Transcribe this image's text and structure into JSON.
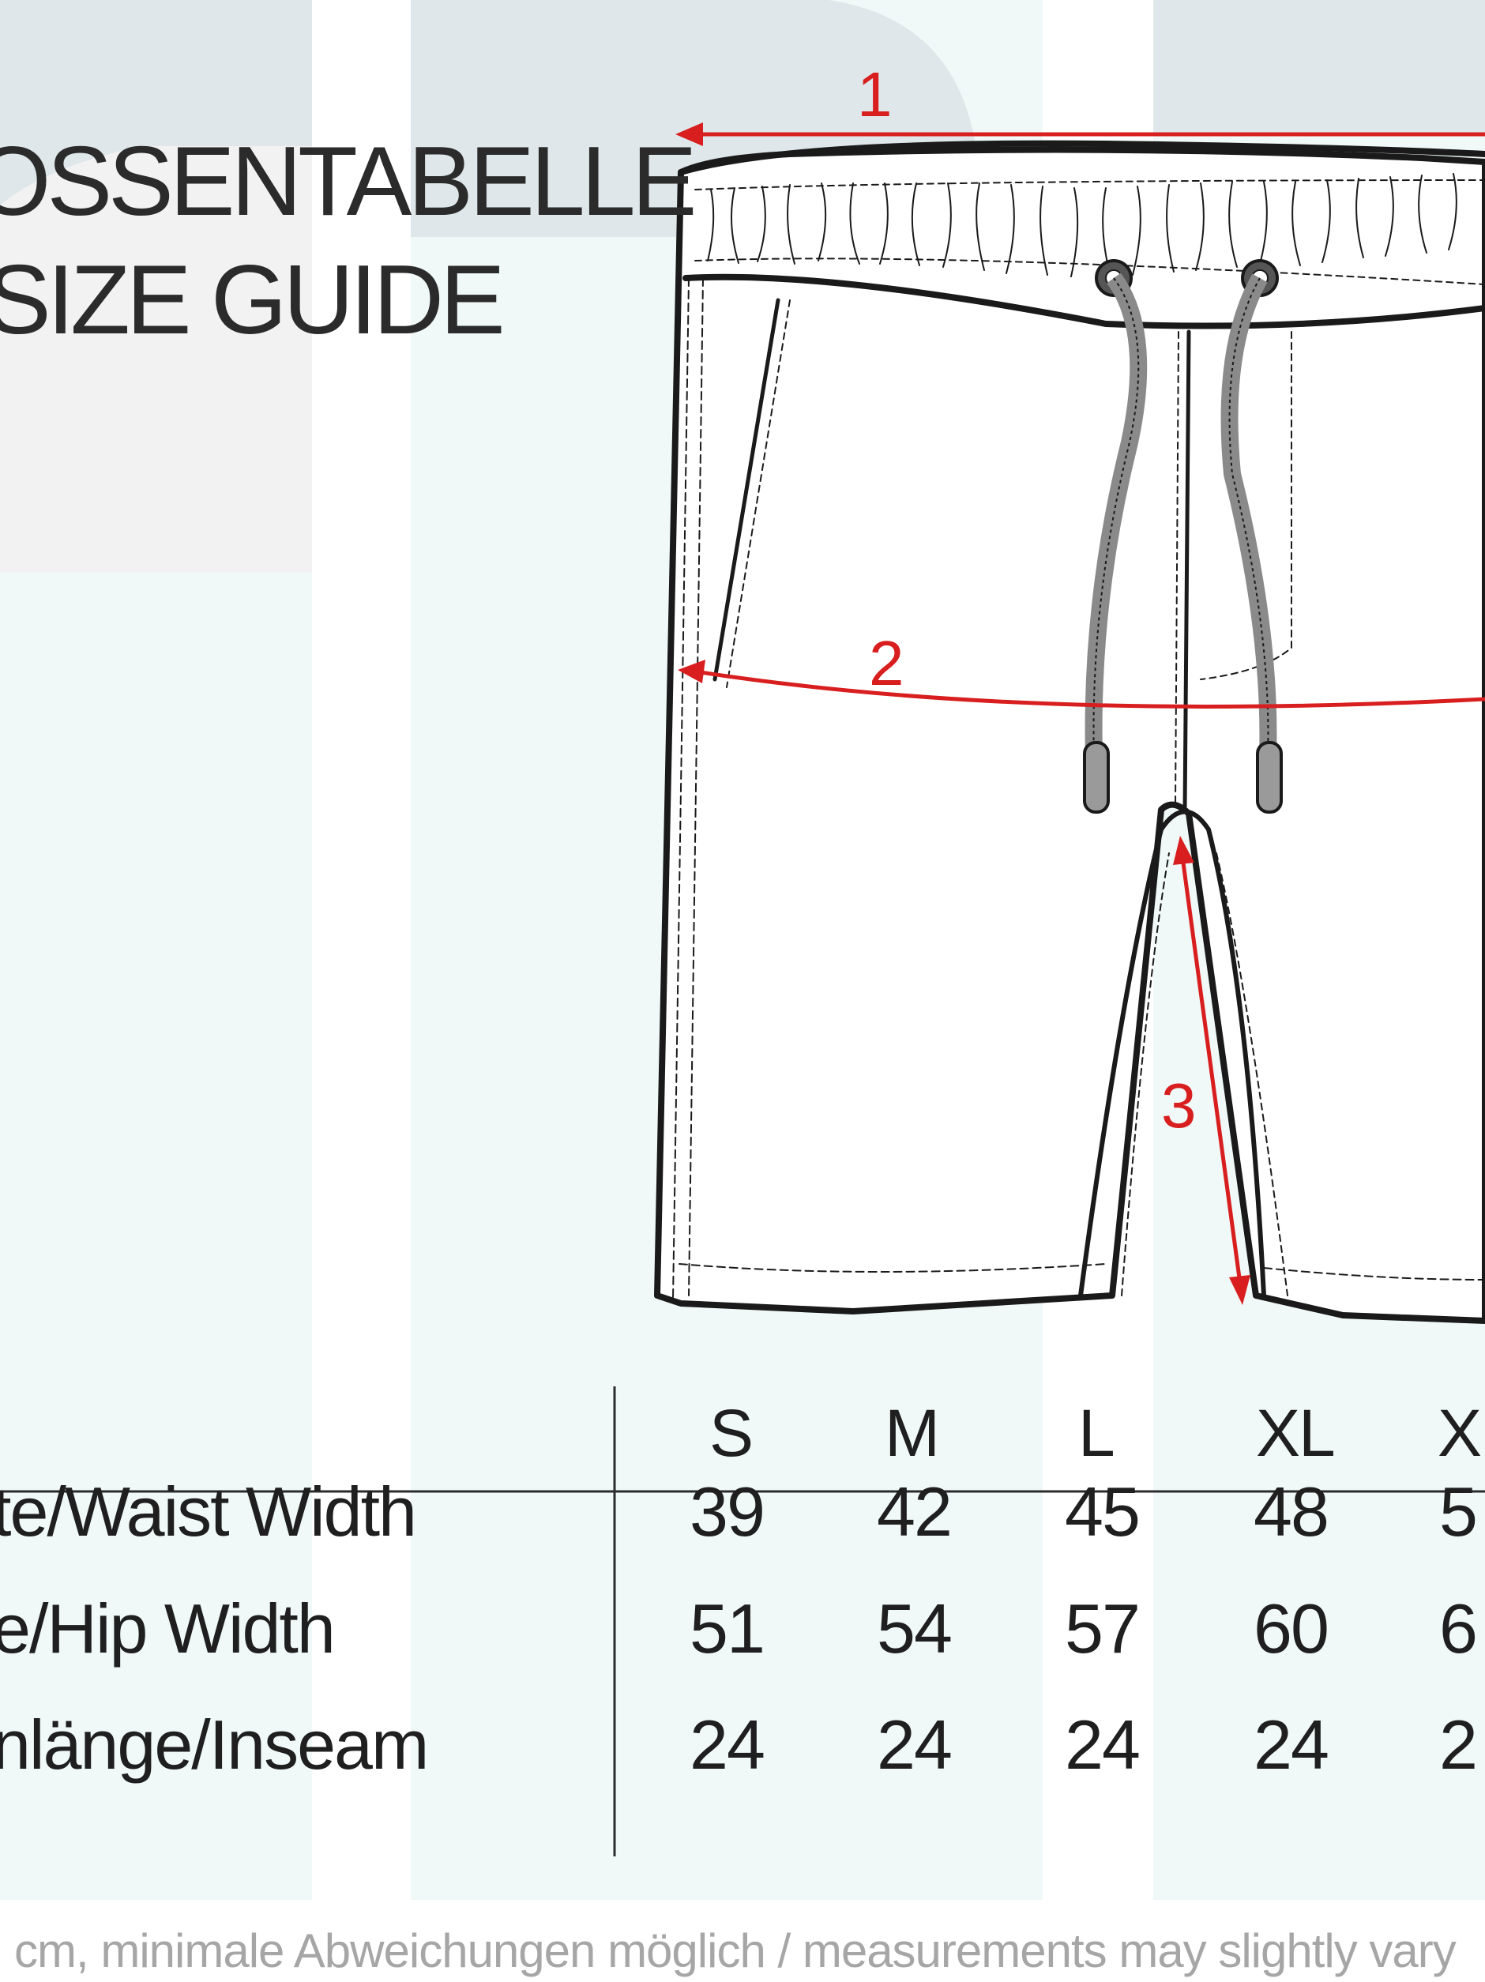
{
  "title": {
    "line1": "OSSENTABELLE",
    "line2": "SIZE GUIDE"
  },
  "markers": {
    "waist": "1",
    "hip": "2",
    "inseam": "3"
  },
  "table": {
    "sizes": [
      "S",
      "M",
      "L",
      "XL",
      "X"
    ],
    "rows": [
      {
        "label": "te/Waist Width",
        "values": [
          "39",
          "42",
          "45",
          "48",
          "5"
        ]
      },
      {
        "label": "e/Hip Width",
        "values": [
          "51",
          "54",
          "57",
          "60",
          "6"
        ]
      },
      {
        "label": "nlänge/Inseam",
        "values": [
          "24",
          "24",
          "24",
          "24",
          "2"
        ]
      }
    ]
  },
  "footnote": "n cm, minimale Abweichungen möglich / measurements may slightly vary",
  "colors": {
    "accent_red": "#d81e1e",
    "panel_light": "#f0f9f8",
    "panel_grey": "#f2f2f2",
    "panel_blue": "#e2eaed",
    "line_dark": "#1a1a1a"
  }
}
